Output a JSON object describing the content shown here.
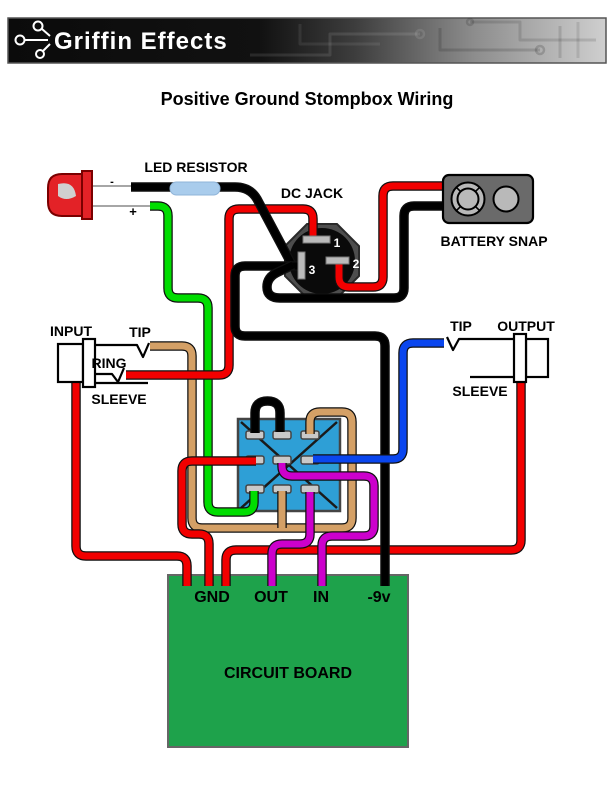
{
  "header": {
    "logo_text": "Griffin Effects"
  },
  "title": "Positive Ground Stompbox Wiring",
  "labels": {
    "led_resistor": "LED RESISTOR",
    "dc_jack": "DC JACK",
    "battery_snap": "BATTERY SNAP",
    "input": "INPUT",
    "input_tip": "TIP",
    "input_ring": "RING",
    "input_sleeve": "SLEEVE",
    "output_tip": "TIP",
    "output": "OUTPUT",
    "output_sleeve": "SLEEVE",
    "circuit_board": "CIRCUIT BOARD",
    "board_gnd": "GND",
    "board_out": "OUT",
    "board_in": "IN",
    "board_neg9v": "-9v",
    "led_minus": "-",
    "led_plus": "+",
    "pin1": "1",
    "pin2": "2",
    "pin3": "3"
  },
  "colors": {
    "wire_red": "#f20000",
    "wire_black": "#000000",
    "wire_green": "#00dd00",
    "wire_tan": "#d4a066",
    "wire_magenta": "#cc00cc",
    "wire_blue": "#0a46ee",
    "resistor_body": "#a9ccec",
    "switch_body": "#2e9fd6",
    "lug_gray": "#c9c9c9",
    "board_green": "#1ea24b",
    "led_red": "#e32227",
    "jack_gray": "#4d4d4d",
    "snap_gray": "#6a6a6a"
  },
  "wires": [
    {
      "name": "led-negative-through-resistor-to-dc-pin3",
      "color_key": "wire_black"
    },
    {
      "name": "switch-top-left-to-top-middle-jumper",
      "color_key": "wire_black"
    },
    {
      "name": "dc-pin3-to-board-neg9v",
      "color_key": "wire_black"
    },
    {
      "name": "battery-black-to-dc-pin3",
      "color_key": "wire_black"
    },
    {
      "name": "input-sleeve-to-board-gnd",
      "color_key": "wire_red"
    },
    {
      "name": "input-ring-to-dc-pin1",
      "color_key": "wire_red"
    },
    {
      "name": "switch-middle-left-lug-to-board-gnd",
      "color_key": "wire_red"
    },
    {
      "name": "output-sleeve-to-board-gnd",
      "color_key": "wire_red"
    },
    {
      "name": "dc-pin2-to-battery-red",
      "color_key": "wire_red"
    },
    {
      "name": "led-positive-to-switch-bottom-left-lug",
      "color_key": "wire_green"
    },
    {
      "name": "input-tip-to-switch-bottom-middle-and-top-right-lugs",
      "color_key": "wire_tan"
    },
    {
      "name": "switch-middle-center-lug-to-board-in",
      "color_key": "wire_magenta"
    },
    {
      "name": "switch-bottom-right-lug-to-board-out",
      "color_key": "wire_magenta"
    },
    {
      "name": "switch-middle-right-lug-to-output-tip",
      "color_key": "wire_blue"
    }
  ]
}
